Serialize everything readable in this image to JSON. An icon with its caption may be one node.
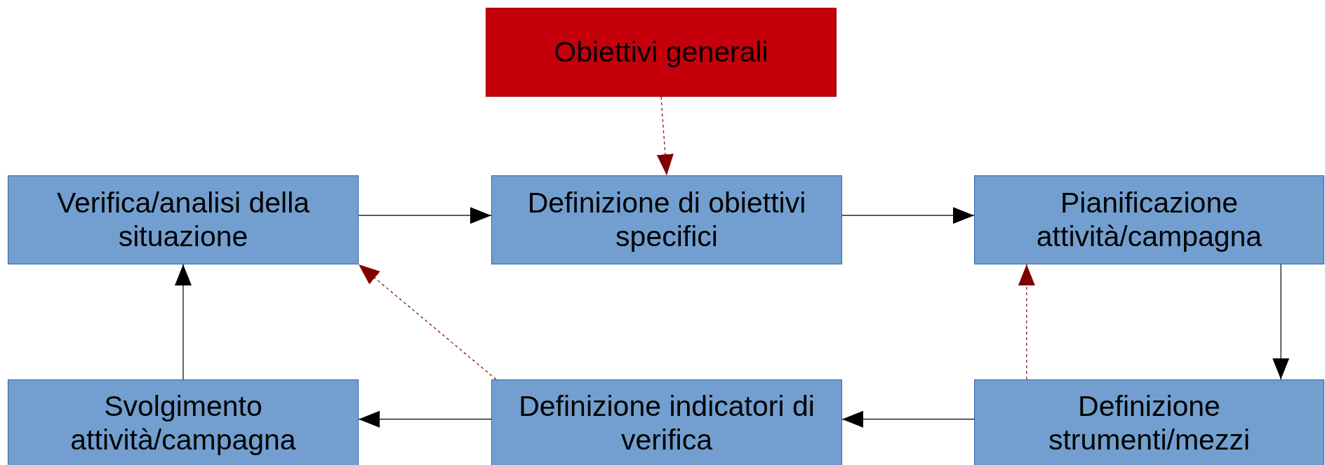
{
  "diagram": {
    "nodes": [
      {
        "text": [
          "Obiettivi generali"
        ]
      },
      {
        "text": [
          "Verifica/analisi della situazione"
        ]
      },
      {
        "text": [
          "Definizione di obiettivi specifici"
        ]
      },
      {
        "text": [
          "Pianificazione attività/campagna"
        ]
      },
      {
        "text": [
          "Svolgimento attività/campagna"
        ]
      },
      {
        "text": [
          "Definizione indicatori di verifica"
        ]
      },
      {
        "text": [
          "Definizione strumenti/mezzi"
        ]
      }
    ],
    "edges": [
      {
        "from": 0,
        "to": 2,
        "arrow": "to",
        "style": "dashed",
        "color": "#800000"
      },
      {
        "from": 1,
        "to": 2,
        "arrow": "to"
      },
      {
        "from": 2,
        "to": 3,
        "arrow": "to"
      },
      {
        "from": 3,
        "to": 6,
        "arrow": "to"
      },
      {
        "from": 6,
        "to": 5,
        "arrow": "to"
      },
      {
        "from": 5,
        "to": 4,
        "arrow": "to"
      },
      {
        "from": 4,
        "to": 1,
        "arrow": "to"
      },
      {
        "from": 5,
        "to": 1,
        "arrow": "to",
        "style": "dashed",
        "color": "#800000"
      },
      {
        "from": 6,
        "to": 3,
        "arrow": "to",
        "style": "dashed",
        "color": "#800000"
      }
    ]
  }
}
